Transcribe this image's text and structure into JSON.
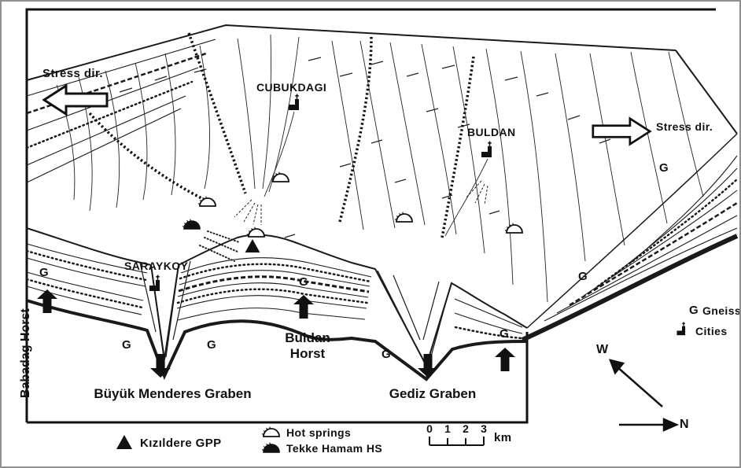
{
  "stress": {
    "left": "Stress dir.",
    "right": "Stress dir."
  },
  "cities": [
    {
      "name": "CUBUKDAGI"
    },
    {
      "name": "BULDAN"
    },
    {
      "name": "SARAYKOY"
    }
  ],
  "regions": {
    "babadag": "Babadag Horst",
    "buyuk_menderes": "Büyük Menderes Graben",
    "buldan": "Buldan Horst",
    "gediz": "Gediz Graben"
  },
  "gneiss_marks": [
    "G",
    "G",
    "G",
    "G",
    "G",
    "G",
    "G",
    "G"
  ],
  "legend": {
    "gneiss_symbol": "G",
    "gneiss": "Gneiss",
    "cities": "Cities",
    "kizildere": "Kızıldere GPP",
    "hot_springs": "Hot springs",
    "tekke_hamam": "Tekke Hamam HS"
  },
  "scale": {
    "ticks": [
      "0",
      "1",
      "2",
      "3"
    ],
    "unit": "km"
  },
  "compass": {
    "west": "W",
    "north": "N"
  },
  "colors": {
    "ink": "#111111",
    "paper": "#ffffff",
    "frame_border": "#8f8f8f"
  }
}
